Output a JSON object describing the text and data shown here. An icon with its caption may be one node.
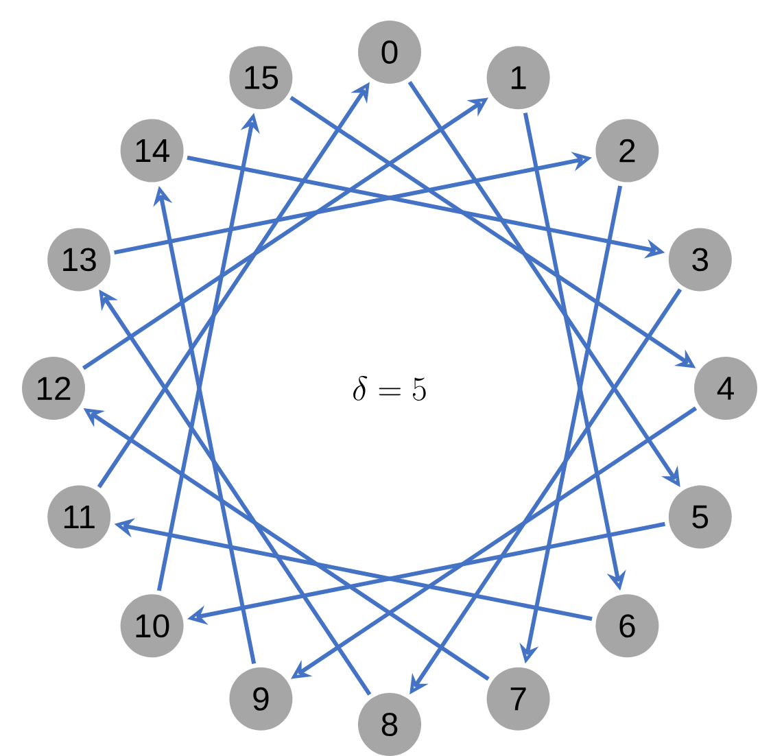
{
  "diagram": {
    "nodes": [
      {
        "text": [
          "0"
        ]
      },
      {
        "text": [
          "1"
        ]
      },
      {
        "text": [
          "2"
        ]
      },
      {
        "text": [
          "3"
        ]
      },
      {
        "text": [
          "4"
        ]
      },
      {
        "text": [
          "5"
        ]
      },
      {
        "text": [
          "6"
        ]
      },
      {
        "text": [
          "7"
        ]
      },
      {
        "text": [
          "8"
        ]
      },
      {
        "text": [
          "9"
        ]
      },
      {
        "text": [
          "10"
        ]
      },
      {
        "text": [
          "11"
        ]
      },
      {
        "text": [
          "12"
        ]
      },
      {
        "text": [
          "13"
        ]
      },
      {
        "text": [
          "14"
        ]
      },
      {
        "text": [
          "15"
        ]
      }
    ],
    "edges": [
      {
        "from": 0,
        "to": 5,
        "arrow": "to"
      },
      {
        "from": 1,
        "to": 6,
        "arrow": "to"
      },
      {
        "from": 2,
        "to": 7,
        "arrow": "to"
      },
      {
        "from": 3,
        "to": 8,
        "arrow": "to"
      },
      {
        "from": 4,
        "to": 9,
        "arrow": "to"
      },
      {
        "from": 5,
        "to": 10,
        "arrow": "to"
      },
      {
        "from": 6,
        "to": 11,
        "arrow": "to"
      },
      {
        "from": 7,
        "to": 12,
        "arrow": "to"
      },
      {
        "from": 8,
        "to": 13,
        "arrow": "to"
      },
      {
        "from": 9,
        "to": 14,
        "arrow": "to"
      },
      {
        "from": 10,
        "to": 15,
        "arrow": "to"
      },
      {
        "from": 11,
        "to": 0,
        "arrow": "to"
      },
      {
        "from": 12,
        "to": 1,
        "arrow": "to"
      },
      {
        "from": 13,
        "to": 2,
        "arrow": "to"
      },
      {
        "from": 14,
        "to": 3,
        "arrow": "to"
      },
      {
        "from": 15,
        "to": 4,
        "arrow": "to"
      }
    ],
    "labels": [
      "\\delta = 5"
    ]
  }
}
